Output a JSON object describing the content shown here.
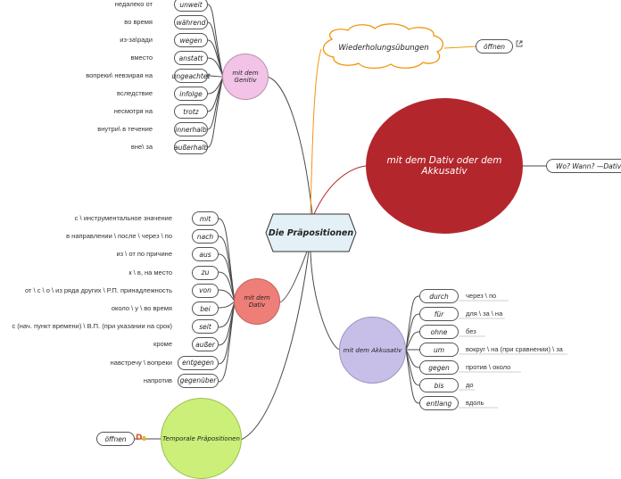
{
  "center": {
    "title": "Die Präpositionen"
  },
  "genitiv": {
    "label": "mit dem Genitiv",
    "color": "#f2c3e6",
    "items": [
      {
        "tag": "unweit",
        "translation": "недалеко от"
      },
      {
        "tag": "während",
        "translation": "во время"
      },
      {
        "tag": "wegen",
        "translation": "из-за\\ради"
      },
      {
        "tag": "anstatt",
        "translation": "вместо"
      },
      {
        "tag": "ungeachtet",
        "translation": "вопреки\\ невзирая на"
      },
      {
        "tag": "infolge",
        "translation": "вследствие"
      },
      {
        "tag": "trotz",
        "translation": "несмотря на"
      },
      {
        "tag": "innerhalb",
        "translation": "внутри\\ в течение"
      },
      {
        "tag": "außerhalb",
        "translation": "вне\\ за"
      }
    ]
  },
  "dativ": {
    "label": "mit dem Dativ",
    "color": "#ee7f78",
    "items": [
      {
        "tag": "mit",
        "translation": "с \\ инструментальное значение"
      },
      {
        "tag": "nach",
        "translation": "в направлении \\ после \\ через \\ по"
      },
      {
        "tag": "aus",
        "translation": "из \\ от по причине"
      },
      {
        "tag": "zu",
        "translation": "к \\ в, на место"
      },
      {
        "tag": "von",
        "translation": "от \\ с \\ о \\ из ряда других \\ Р.П. принадлежность"
      },
      {
        "tag": "bei",
        "translation": "около \\ у \\ во время"
      },
      {
        "tag": "seit",
        "translation": "с (нач. пункт времени) \\ В.П. (при указании на срок)"
      },
      {
        "tag": "außer",
        "translation": "кроме"
      },
      {
        "tag": "entgegen",
        "translation": "навстречу \\ вопреки"
      },
      {
        "tag": "gegenüber",
        "translation": "напротив"
      }
    ]
  },
  "akkusativ": {
    "label": "mit dem Akkusativ",
    "color": "#c8bfe8",
    "items": [
      {
        "tag": "durch",
        "translation": "через \\ по"
      },
      {
        "tag": "für",
        "translation": "для \\ за \\ на"
      },
      {
        "tag": "ohne",
        "translation": "без"
      },
      {
        "tag": "um",
        "translation": "вокруг \\ на (при сравнении) \\ за"
      },
      {
        "tag": "gegen",
        "translation": "против \\ около"
      },
      {
        "tag": "bis",
        "translation": "до"
      },
      {
        "tag": "entlang",
        "translation": "вдоль"
      }
    ]
  },
  "dativ_akkusativ": {
    "label": "mit dem Dativ oder dem Akkusativ",
    "color": "#b3272c",
    "question": "Wo? Wann? —Dativ \\ W"
  },
  "wiederholung": {
    "label": "Wiederholungsübungen",
    "offnen": "öffnen",
    "link_icon": "external-link-icon",
    "stroke_color": "#f0960e"
  },
  "temporale": {
    "label": "Temporale Präpositionen",
    "color": "#cbef78",
    "offnen": "öffnen",
    "badge": "D"
  }
}
